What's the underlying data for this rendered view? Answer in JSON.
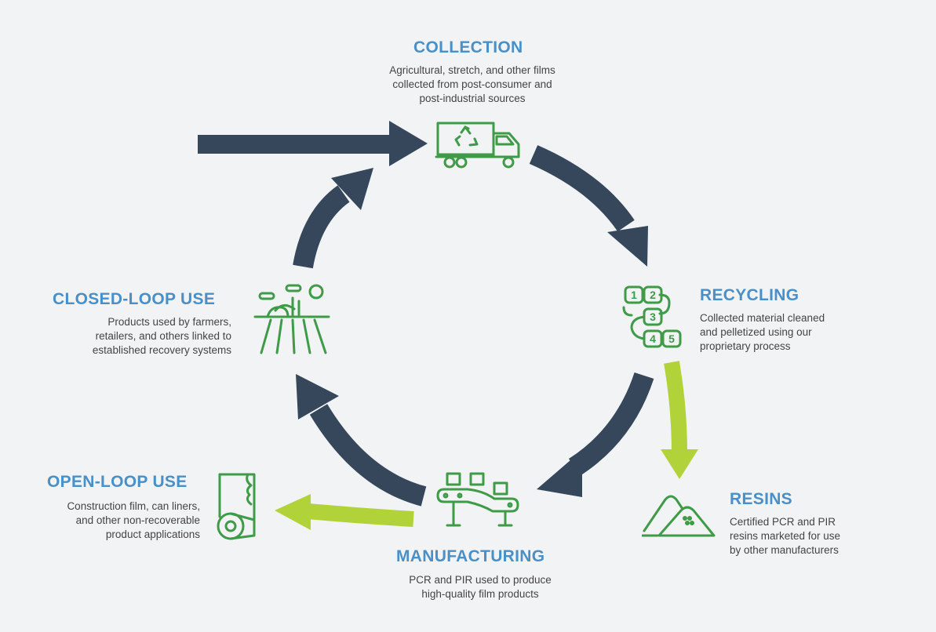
{
  "colors": {
    "background": "#f1f3f5",
    "arrow_dark": "#36475c",
    "arrow_lime": "#b2d23a",
    "icon_green": "#3f9b48",
    "title_blue": "#4a90c8",
    "text": "#444444"
  },
  "stages": {
    "collection": {
      "title": "COLLECTION",
      "lines": [
        "Agricultural, stretch, and other films",
        "collected from post-consumer and",
        "post-industrial sources"
      ],
      "icon": "recycling-truck-icon"
    },
    "recycling": {
      "title": "RECYCLING",
      "lines": [
        "Collected material cleaned",
        "and pelletized using our",
        "proprietary process"
      ],
      "icon": "process-steps-icon",
      "steps": [
        "1",
        "2",
        "3",
        "4",
        "5"
      ]
    },
    "resins": {
      "title": "RESINS",
      "lines": [
        "Certified PCR and PIR",
        "resins marketed for use",
        "by other manufacturers"
      ],
      "icon": "resin-pile-icon"
    },
    "manufacturing": {
      "title": "MANUFACTURING",
      "lines": [
        "PCR and PIR used to produce",
        "high-quality film products"
      ],
      "icon": "conveyor-belt-icon"
    },
    "open_loop": {
      "title": "OPEN-LOOP USE",
      "lines": [
        "Construction film, can liners,",
        "and other non-recoverable",
        "product applications"
      ],
      "icon": "film-roll-icon"
    },
    "closed_loop": {
      "title": "CLOSED-LOOP USE",
      "lines": [
        "Products used by farmers,",
        "retailers, and others linked to",
        "established recovery systems"
      ],
      "icon": "farm-field-icon"
    }
  }
}
